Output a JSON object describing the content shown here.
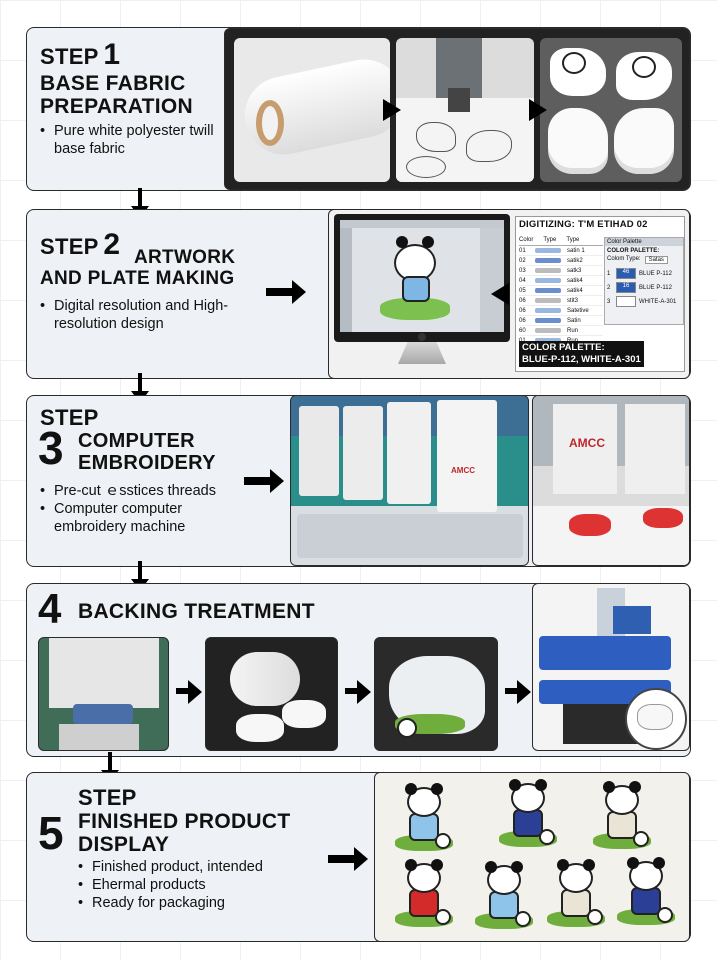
{
  "steps": [
    {
      "step_word": "STEP",
      "number": "1",
      "title_line1": "BASE FABRIC",
      "title_line2": "PREPARATION",
      "bullets": [
        "Pure white polyester twill base fabric"
      ]
    },
    {
      "step_word": "STEP",
      "number": "2",
      "title_line1": "ARTWORK",
      "title_line2": "AND PLATE MAKING",
      "bullets": [
        "Digital resolution and High-resolution design"
      ]
    },
    {
      "step_word": "STEP",
      "number": "3",
      "title_line1": "COMPUTER",
      "title_line2": "EMBROIDERY",
      "bullets": [
        "Pre-cut ｅsstices threads",
        "Computer computer embroidery machine"
      ]
    },
    {
      "step_word": "",
      "number": "4",
      "title_line1": "BACKING TREATMENT",
      "title_line2": "",
      "bullets": []
    },
    {
      "step_word": "STEP",
      "number": "5",
      "title_line1": "FINISHED PRODUCT",
      "title_line2": "DISPLAY",
      "bullets": [
        "Finished product, intended",
        "Ehermal products",
        "Ready for packaging"
      ]
    }
  ],
  "digitizing": {
    "title": "DIGITIZING: T'M ETIHAD 02",
    "columns": [
      "Color",
      "Type",
      "Type"
    ],
    "rows": [
      [
        "01",
        "",
        "satin 1"
      ],
      [
        "02",
        "",
        "satik2"
      ],
      [
        "03",
        "",
        "satk3"
      ],
      [
        "04",
        "",
        "satik4"
      ],
      [
        "05",
        "",
        "satik4"
      ],
      [
        "06",
        "",
        "stit3"
      ],
      [
        "06",
        "",
        "Satetive"
      ],
      [
        "06",
        "",
        "Satin"
      ],
      [
        "60",
        "",
        "Run"
      ],
      [
        "01",
        "",
        "Run"
      ]
    ],
    "palette_title": "Color Palette",
    "palette_heading": "COLOR PALETTE:",
    "colour_type_label": "Colom Type:",
    "colour_type_value": "Satas",
    "palette": [
      {
        "num": "1",
        "code": "46",
        "name": "BLUE P-112"
      },
      {
        "num": "2",
        "code": "16",
        "name": "BLUE P-112"
      },
      {
        "num": "3",
        "code": "",
        "name": "WHITE-A-301"
      }
    ],
    "caption_line1": "COLOR PALETTE:",
    "caption_line2": "BLUE-P-112, WHITE-A-301"
  },
  "machine_brand": "AMCC",
  "colors": {
    "panel": "#eef1f5",
    "border": "#2a2a2a",
    "text": "#111111",
    "blue": "#2a5db0"
  }
}
